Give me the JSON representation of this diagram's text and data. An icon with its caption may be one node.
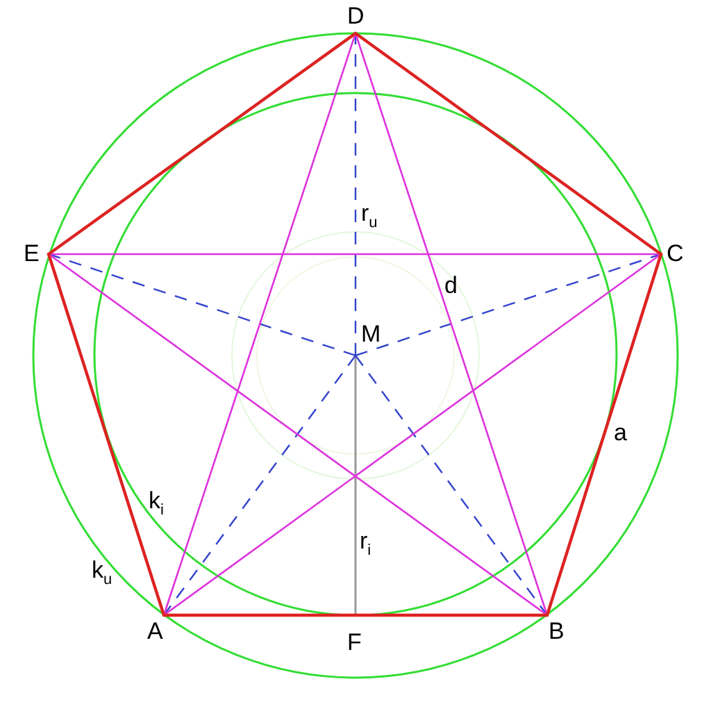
{
  "diagram": {
    "labels": [
      "D",
      "E",
      "C",
      "r$_{u}$",
      "d",
      "M",
      "a",
      "k$_{i}$",
      "r$_{i}$",
      "k$_{u}$",
      "A",
      "F",
      "B"
    ]
  }
}
